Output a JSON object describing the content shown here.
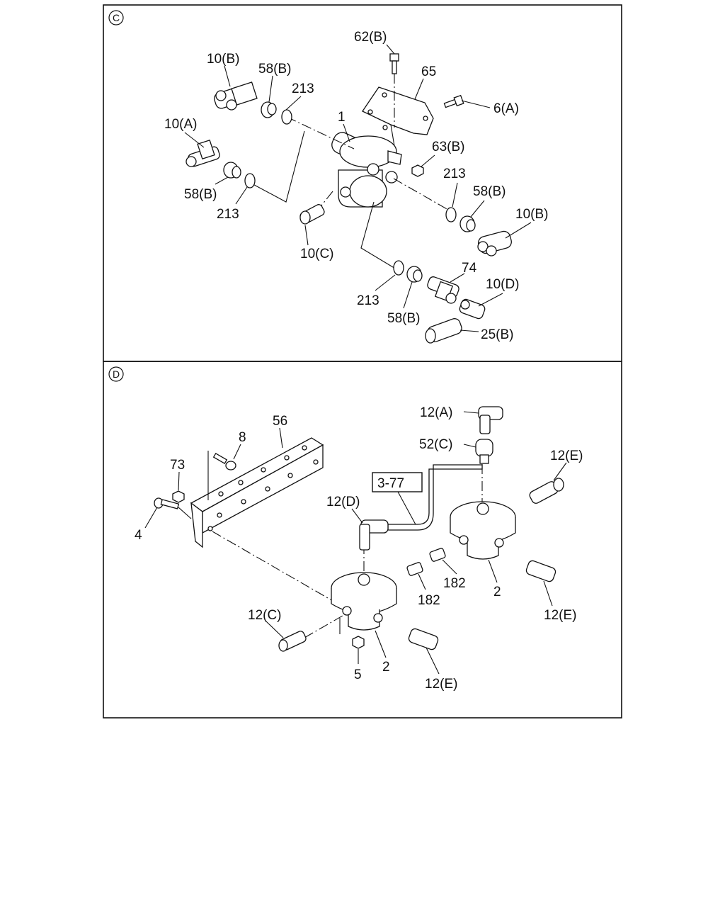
{
  "panels": [
    {
      "id": "C",
      "marker": "C",
      "labels": [
        "62(B)",
        "65",
        "6(A)",
        "10(B)",
        "58(B)",
        "213",
        "1",
        "10(A)",
        "63(B)",
        "213",
        "58(B)",
        "58(B)",
        "213",
        "10(B)",
        "10(C)",
        "74",
        "10(D)",
        "213",
        "58(B)",
        "25(B)"
      ]
    },
    {
      "id": "D",
      "marker": "D",
      "labels": [
        "12(A)",
        "52(C)",
        "12(E)",
        "56",
        "8",
        "73",
        "3-77",
        "12(D)",
        "4",
        "182",
        "182",
        "2",
        "12(E)",
        "12(C)",
        "5",
        "2",
        "12(E)"
      ]
    }
  ]
}
